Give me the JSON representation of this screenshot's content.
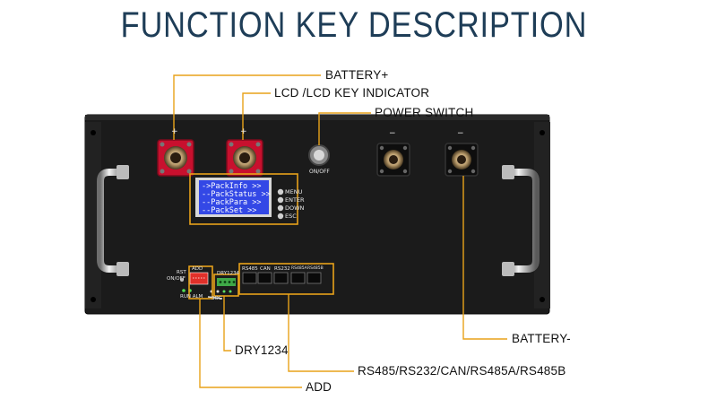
{
  "title": "FUNCTION KEY DESCRIPTION",
  "callouts": {
    "battery_pos": "BATTERY+",
    "lcd": "LCD /LCD KEY INDICATOR",
    "power_switch": "POWER SWITCH",
    "battery_neg": "BATTERY-",
    "dry": "DRY1234",
    "comms": "RS485/RS232/CAN/RS485A/RS485B",
    "add": "ADD"
  },
  "device": {
    "plus_sign": "+",
    "minus_sign": "−",
    "onoff_label": "ON/OFF",
    "lcd_lines": [
      "->PackInfo     >>",
      "--PackStatus  >>",
      "--PackPara     >>",
      "--PackSet      >>"
    ],
    "keys": [
      "MENU",
      "ENTER",
      "DOWN",
      "ESC"
    ],
    "rst_label": "RST",
    "onoff_small": "ON/OFF",
    "add_label": "ADD",
    "dry_label": "DRY1234",
    "run_alm": "RUN  ALM",
    "soc_label": "SOC",
    "ports": [
      "RS485",
      "CAN",
      "RS232",
      "RS485A",
      "RS485B"
    ]
  },
  "colors": {
    "title": "#1e3d57",
    "callout_line": "#e8a21a",
    "panel": "#1b1b1b",
    "lcd": "#3348e6",
    "terminal_red": "#c8102e"
  }
}
